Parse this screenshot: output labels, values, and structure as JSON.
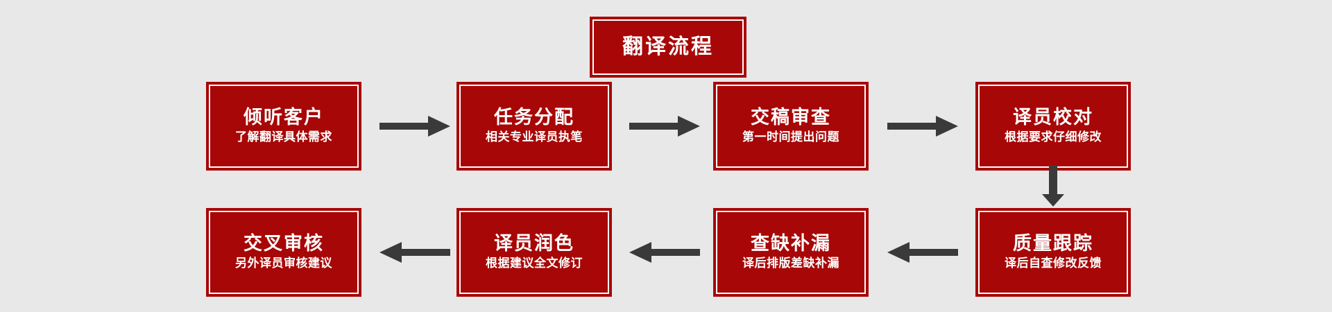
{
  "background_color": "#e8e8e8",
  "accent_color": "#a80707",
  "arrow_color": "#3a3a3a",
  "text_color": "#ffffff",
  "header": {
    "title": "翻译流程"
  },
  "nodes": [
    {
      "id": "listen-to-customer",
      "title": "倾听客户",
      "subtitle": "了解翻译具体需求",
      "row": 1,
      "col": 1
    },
    {
      "id": "task-assignment",
      "title": "任务分配",
      "subtitle": "相关专业译员执笔",
      "row": 1,
      "col": 2
    },
    {
      "id": "draft-review",
      "title": "交稿审查",
      "subtitle": "第一时间提出问题",
      "row": 1,
      "col": 3
    },
    {
      "id": "translator-proofreading",
      "title": "译员校对",
      "subtitle": "根据要求仔细修改",
      "row": 1,
      "col": 4
    },
    {
      "id": "quality-tracking",
      "title": "质量跟踪",
      "subtitle": "译后自查修改反馈",
      "row": 2,
      "col": 4
    },
    {
      "id": "gap-filling",
      "title": "查缺补漏",
      "subtitle": "译后排版差缺补漏",
      "row": 2,
      "col": 3
    },
    {
      "id": "translator-polishing",
      "title": "译员润色",
      "subtitle": "根据建议全文修订",
      "row": 2,
      "col": 2
    },
    {
      "id": "cross-review",
      "title": "交叉审核",
      "subtitle": "另外译员审核建议",
      "row": 2,
      "col": 1
    }
  ],
  "arrows": [
    {
      "id": "arrow-listen-to-task",
      "direction": "right",
      "icon": "arrow-right-icon"
    },
    {
      "id": "arrow-task-to-draft",
      "direction": "right",
      "icon": "arrow-right-icon"
    },
    {
      "id": "arrow-draft-to-proofread",
      "direction": "right",
      "icon": "arrow-right-icon"
    },
    {
      "id": "arrow-proofread-to-quality",
      "direction": "down",
      "icon": "arrow-down-icon"
    },
    {
      "id": "arrow-quality-to-gap",
      "direction": "left",
      "icon": "arrow-left-icon"
    },
    {
      "id": "arrow-gap-to-polish",
      "direction": "left",
      "icon": "arrow-left-icon"
    },
    {
      "id": "arrow-polish-to-cross",
      "direction": "left",
      "icon": "arrow-left-icon"
    }
  ]
}
